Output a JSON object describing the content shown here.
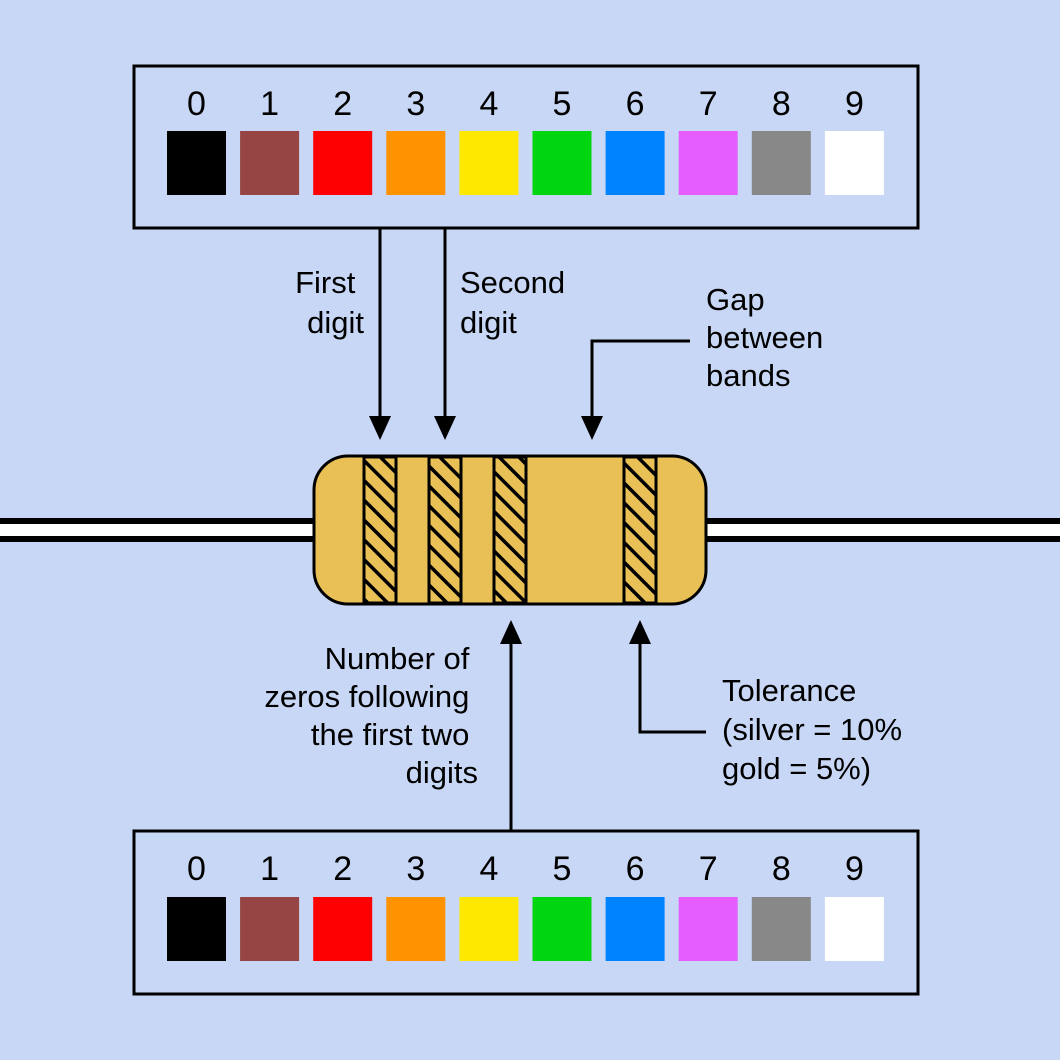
{
  "digit_chart_top": {
    "digits": [
      {
        "label": "0",
        "color": "#000000"
      },
      {
        "label": "1",
        "color": "#964444"
      },
      {
        "label": "2",
        "color": "#ff0000"
      },
      {
        "label": "3",
        "color": "#ff9200"
      },
      {
        "label": "4",
        "color": "#ffe800"
      },
      {
        "label": "5",
        "color": "#00d60f"
      },
      {
        "label": "6",
        "color": "#0083ff"
      },
      {
        "label": "7",
        "color": "#e55cff"
      },
      {
        "label": "8",
        "color": "#888888"
      },
      {
        "label": "9",
        "color": "#ffffff"
      }
    ]
  },
  "digit_chart_bottom": {
    "digits": [
      {
        "label": "0",
        "color": "#000000"
      },
      {
        "label": "1",
        "color": "#964444"
      },
      {
        "label": "2",
        "color": "#ff0000"
      },
      {
        "label": "3",
        "color": "#ff9200"
      },
      {
        "label": "4",
        "color": "#ffe800"
      },
      {
        "label": "5",
        "color": "#00d60f"
      },
      {
        "label": "6",
        "color": "#0083ff"
      },
      {
        "label": "7",
        "color": "#e55cff"
      },
      {
        "label": "8",
        "color": "#888888"
      },
      {
        "label": "9",
        "color": "#ffffff"
      }
    ]
  },
  "labels": {
    "first_digit": [
      "First",
      "digit"
    ],
    "second_digit": [
      "Second",
      "digit"
    ],
    "gap": [
      "Gap",
      "between",
      "bands"
    ],
    "multiplier": [
      "Number of",
      "zeros following",
      "the first two",
      "digits"
    ],
    "tolerance": [
      "Tolerance",
      "(silver = 10%",
      "gold = 5%)"
    ]
  },
  "colors": {
    "background": "#c8d7f5",
    "resistor_body": "#e8c056",
    "band_hatch": "#000000"
  }
}
